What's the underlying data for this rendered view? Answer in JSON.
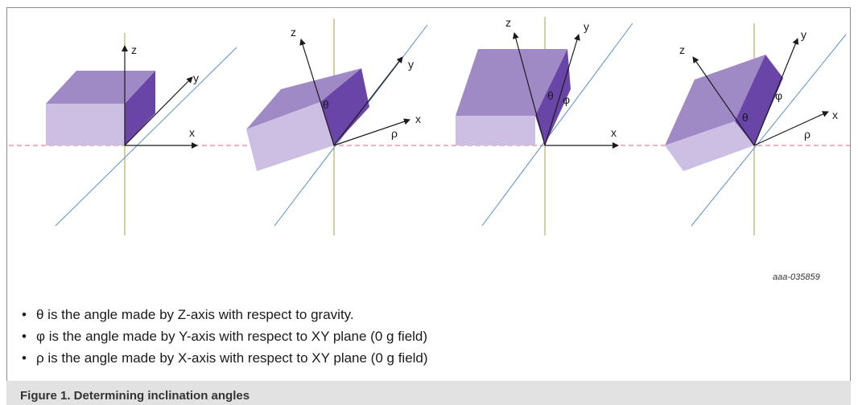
{
  "diagram": {
    "panels": [
      {
        "z": "z",
        "y": "y",
        "x": "x"
      },
      {
        "z": "z",
        "y": "y",
        "x": "x",
        "theta": "θ",
        "rho": "ρ"
      },
      {
        "z": "z",
        "y": "y",
        "x": "x",
        "theta": "θ",
        "phi": "φ"
      },
      {
        "z": "z",
        "y": "y",
        "x": "x",
        "theta": "θ",
        "phi": "φ",
        "rho": "ρ"
      }
    ],
    "figure_id": "aaa-035859",
    "colors": {
      "block_top": "#a08ac6",
      "block_front": "#cdbfe3",
      "block_side": "#6a45a8",
      "vertical_line": "#a0a040",
      "diagonal_line": "#5a8fd0",
      "gravity_dash": "#d36a7a"
    }
  },
  "bullets": [
    "θ is the angle made by Z-axis with respect to gravity.",
    "φ is the angle made by Y-axis with respect to XY plane (0 g field)",
    "ρ is the angle made by X-axis with respect to XY plane (0 g field)"
  ],
  "bullet_glyph": "•",
  "caption": "Figure 1.  Determining inclination angles"
}
